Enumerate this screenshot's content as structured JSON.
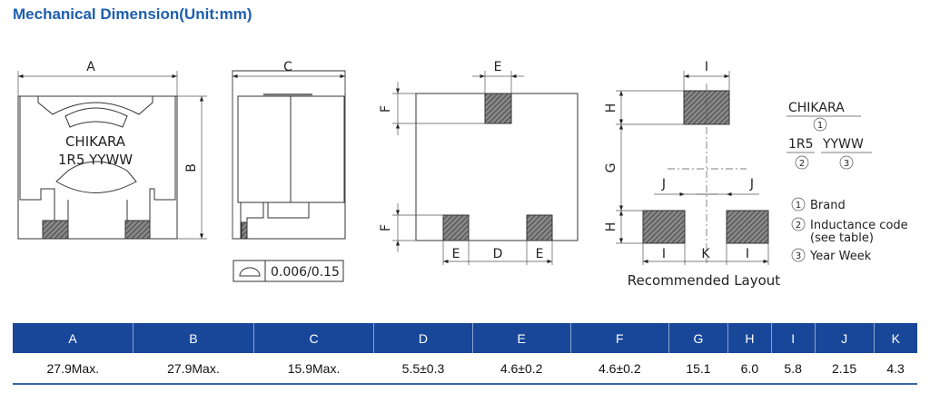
{
  "title": "Mechanical Dimension(Unit:mm)",
  "drawing": {
    "marking_line1": "CHIKARA",
    "marking_line2": "1R5 YYWW",
    "labels": {
      "A": "A",
      "B": "B",
      "C": "C",
      "D": "D",
      "E": "E",
      "F": "F",
      "G": "G",
      "H": "H",
      "I": "I",
      "J": "J",
      "K": "K"
    },
    "flatness": "0.006/0.15",
    "recommended_layout": "Recommended Layout"
  },
  "legend": {
    "brand_text": "CHIKARA",
    "inductance_text": "1R5",
    "yyww_text": "YYWW",
    "n1": "1",
    "n2": "2",
    "n3": "3",
    "items": [
      {
        "num": "1",
        "label": "Brand"
      },
      {
        "num": "2",
        "label": "Inductance code"
      },
      {
        "num": "3",
        "label": "Year Week"
      }
    ],
    "note": "(see table)"
  },
  "table": {
    "headers": [
      "A",
      "B",
      "C",
      "D",
      "E",
      "F",
      "G",
      "H",
      "I",
      "J",
      "K"
    ],
    "values": [
      "27.9Max.",
      "27.9Max.",
      "15.9Max.",
      "5.5±0.3",
      "4.6±0.2",
      "4.6±0.2",
      "15.1",
      "6.0",
      "5.8",
      "2.15",
      "4.3"
    ]
  }
}
